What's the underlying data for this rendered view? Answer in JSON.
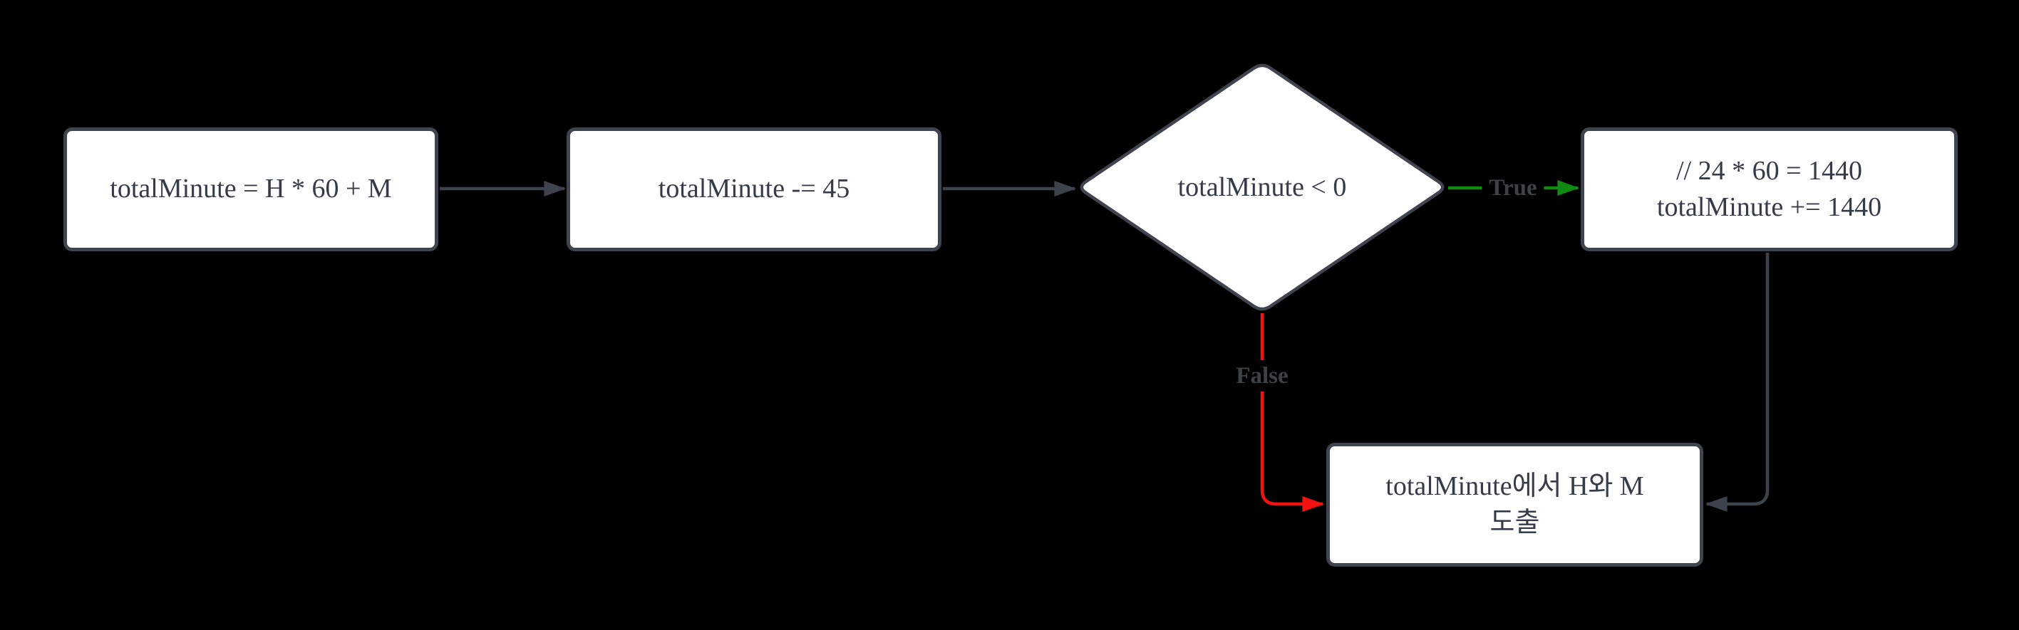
{
  "diagram": {
    "type": "flowchart",
    "background_color": "#000000",
    "node_fill_color": "#ffffff",
    "node_border_color": "#3e4450",
    "node_text_color": "#333c48",
    "edge_color": "#3d434d",
    "true_edge_color": "#118a11",
    "false_edge_color": "#f21212",
    "edge_label_color": "#3d4247",
    "nodes": [
      {
        "id": "assign-total",
        "type": "process",
        "label": "totalMinute = H * 60 + M"
      },
      {
        "id": "subtract-45",
        "type": "process",
        "label": "totalMinute -= 45"
      },
      {
        "id": "check-negative",
        "type": "decision",
        "label": "totalMinute < 0"
      },
      {
        "id": "add-one-day",
        "type": "process",
        "lines": [
          "// 24 * 60 = 1440",
          "totalMinute += 1440"
        ]
      },
      {
        "id": "derive-hm",
        "type": "process",
        "lines": [
          "totalMinute에서 H와 M",
          "도출"
        ]
      }
    ],
    "edges": [
      {
        "from": "assign-total",
        "to": "subtract-45",
        "label": ""
      },
      {
        "from": "subtract-45",
        "to": "check-negative",
        "label": ""
      },
      {
        "from": "check-negative",
        "to": "add-one-day",
        "label": "True"
      },
      {
        "from": "check-negative",
        "to": "derive-hm",
        "label": "False"
      },
      {
        "from": "add-one-day",
        "to": "derive-hm",
        "label": ""
      }
    ]
  }
}
